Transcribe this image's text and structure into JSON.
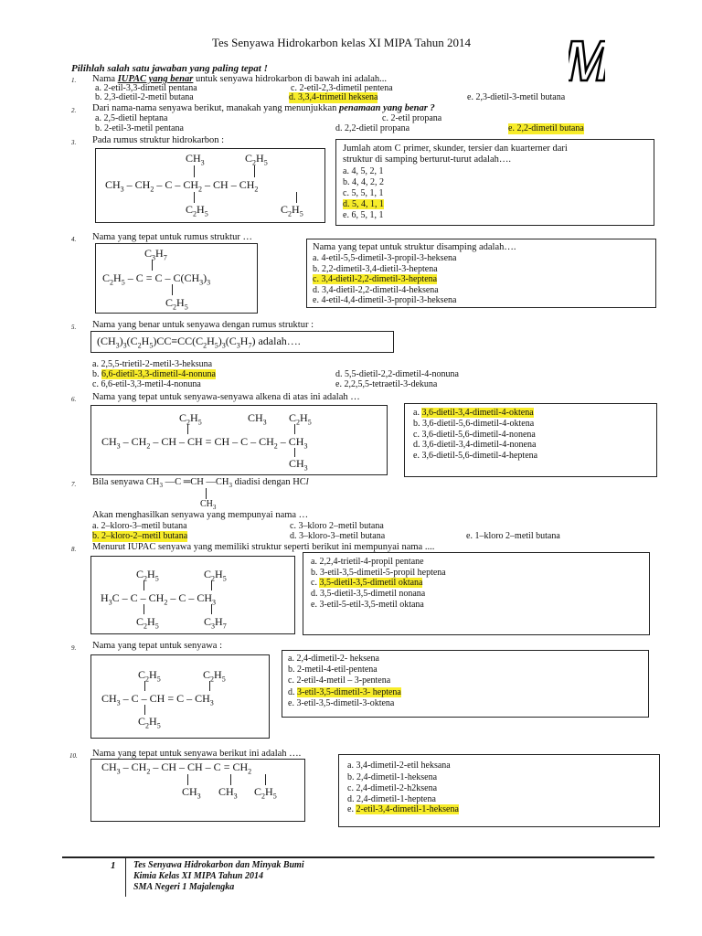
{
  "header": {
    "title": "Tes Senyawa Hidrokarbon kelas XI MIPA Tahun 2014",
    "logo_letter": "M"
  },
  "instruction": "Pilihlah salah satu jawaban yang paling tepat !",
  "q1": {
    "num": "1.",
    "pre": "Nama ",
    "em": "IUPAC yang benar",
    "post": " untuk senyawa hidrokarbon di bawah ini adalah...",
    "a": "a.   2-etil-3,3-dimetil pentana",
    "c": "c. 2-etil-2,3-dimetil pentena",
    "b": "b.      2,3-dietil-2-metil butana",
    "d": "d. 3,3,4-trimetil heksena",
    "e": "e. 2,3-dietil-3-metil butana"
  },
  "q2": {
    "num": "2.",
    "pre": "Dari nama-nama senyawa berikut, manakah yang menunjukkan ",
    "em": "penamaan yang benar ?",
    "a": "a.                2,5-dietil heptana",
    "c": "c. 2-etil propana",
    "b": "b.                2-etil-3-metil pentana",
    "d": "d. 2,2-dietil propana",
    "e": "e. 2,2-dimetil butana"
  },
  "q3": {
    "num": "3.",
    "stem": "Pada rumus struktur hidrokarbon :",
    "f_top1": "CH3",
    "f_top2": "C2H5",
    "f_main": "CH3 – CH2 – C – CH2 – CH – CH2",
    "f_bot1": "C2H5",
    "f_bot2": "C2H5",
    "q_l1": "Jumlah atom C primer, skunder, tersier dan kuarterner dari",
    "q_l2": "struktur di samping berturut-turut adalah….",
    "a": "a.    4, 5, 2, 1",
    "b": "b.    4, 4, 2, 2",
    "c": "c.    5, 5, 1, 1",
    "d": "d.    5, 4, 1, 1",
    "e": "e.    6, 5, 1, 1"
  },
  "q4": {
    "num": "4.",
    "stem": "Nama yang tepat untuk rumus struktur …",
    "f_top": "C3H7",
    "f_main": "C2H5 – C = C – C(CH3)3",
    "f_bot": "C2H5",
    "q": "Nama yang tepat untuk struktur disamping adalah….",
    "a": "a.    4-etil-5,5-dimetil-3-propil-3-heksena",
    "b": "b.    2,2-dimetil-3,4-dietil-3-heptena",
    "c": "c.    3,4-dietil-2,2-dimetil-3-heptena",
    "d": "d.    3,4-dietil-2,2-dimetil-4-heksena",
    "e": "e.    4-etil-4,4-dimetil-3-propil-3-heksena"
  },
  "q5": {
    "num": "5.",
    "stem": "Nama yang benar untuk senyawa dengan rumus struktur :",
    "formula": "(CH3)3(C2H5)CC≡CC(C2H5)3(C3H7) adalah….",
    "a": "a.   2,5,5-trietil-2-metil-3-heksuna",
    "b": "b.   6,6-dietil-3,3-dimetil-4-nonuna",
    "c": "c.   6,6-etil-3,3-metil-4-nonuna",
    "d": "d. 5,5-dietil-2,2-dimetil-4-nonuna",
    "e": "e. 2,2,5,5-tetraetil-3-dekuna"
  },
  "q6": {
    "num": "6.",
    "stem": "Nama yang tepat untuk senyawa-senyawa alkena di atas ini adalah …",
    "f_top1": "C2H5",
    "f_top2": "CH3",
    "f_top3": "C2H5",
    "f_main": "CH3 – CH2 – CH – CH = CH –  C – CH2 – CH3",
    "f_bot": "CH3",
    "a": "a.    3,6-dietil-3,4-dimetil-4-oktena",
    "b": "b.    3,6-dietil-5,6-dimetil-4-oktena",
    "c": "c.    3,6-dietil-5,6-dimetil-4-nonena",
    "d": "d.    3,6-dietil-3,4-dimetil-4-nonena",
    "e": "e.    3,6-dietil-5,6-dimetil-4-heptena"
  },
  "q7": {
    "num": "7.",
    "stem_pre": "Bila senyawa CH3 —C  ═CH —CH3 diadisi dengan HC",
    "stem_l": "l",
    "f_bot": "CH3",
    "stem2": "Akan menghasilkan senyawa yang mempunyai nama …",
    "a": "a. 2–kloro-3–metil butana",
    "b": "b. 2–kloro-2–metil butana",
    "c": "c. 3–kloro 2–metil butana",
    "d": "d. 3–kloro-3–metil butana",
    "e": "e. 1–kloro 2–metil butana"
  },
  "q8": {
    "num": "8.",
    "stem": "Menurut IUPAC senyawa yang memiliki struktur seperti berikut ini mempunyai nama ....",
    "f_top1": "C2H5",
    "f_top2": "C2H5",
    "f_main": "H3C – C – CH2 – C – CH3",
    "f_bot1": "C2H5",
    "f_bot2": "C3H7",
    "a": "a.    2,2,4-trietil-4-propil pentane",
    "b": "b.    3-etil-3,5-dimetil-5-propil heptena",
    "c": "c.    3,5-dietil-3,5-dimetil oktana",
    "d": "d.    3,5-dietil-3,5-dimetil nonana",
    "e": "e.    3-etil-5-etil-3,5-metil oktana"
  },
  "q9": {
    "num": "9.",
    "stem": "Nama yang tepat untuk senyawa :",
    "f_top1": "C2H5",
    "f_top2": "C2H5",
    "f_main": "CH3 – C  – CH = C – CH3",
    "f_bot": "C2H5",
    "a": "a.    2,4-dimetil-2- heksena",
    "b": "b.    2-metil-4-etil-pentena",
    "c": "c.    2-etil-4-metil – 3-pentena",
    "d": "d.    3-etil-3,5-dimetil-3- heptena",
    "e": "e.    3-etil-3,5-dimetil-3-oktena"
  },
  "q10": {
    "num": "10.",
    "stem": "Nama yang tepat untuk senyawa berikut ini adalah ….",
    "f_main": "CH3 – CH2 – CH – CH – C = CH2",
    "f_bot1": "CH3",
    "f_bot2": "CH3",
    "f_bot3": "C2H5",
    "a": "a.    3,4-dimetil-2-etil heksana",
    "b": "b.    2,4-dimetil-1-heksena",
    "c": "c.    2,4-dimetil-2-h2ksena",
    "d": "d.    2,4-dimetil-1-heptena",
    "e": "e.    2-etil-3,4-dimetil-1-heksena"
  },
  "footer": {
    "page": "1",
    "line1": "Tes Senyawa Hidrokarbon dan Minyak Bumi",
    "line2": "Kimia Kelas XI MIPA Tahun 2014",
    "line3": "SMA Negeri 1 Majalengka"
  },
  "colors": {
    "highlight": "#f7ec2a"
  }
}
